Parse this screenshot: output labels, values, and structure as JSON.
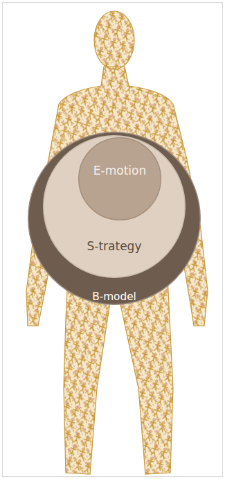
{
  "diagram": {
    "nodes": [
      {
        "text": [
          "B-model"
        ]
      },
      {
        "text": [
          "S-trategy"
        ],
        "in": 0
      },
      {
        "text": [
          "E-motion"
        ],
        "in": 1
      }
    ]
  }
}
